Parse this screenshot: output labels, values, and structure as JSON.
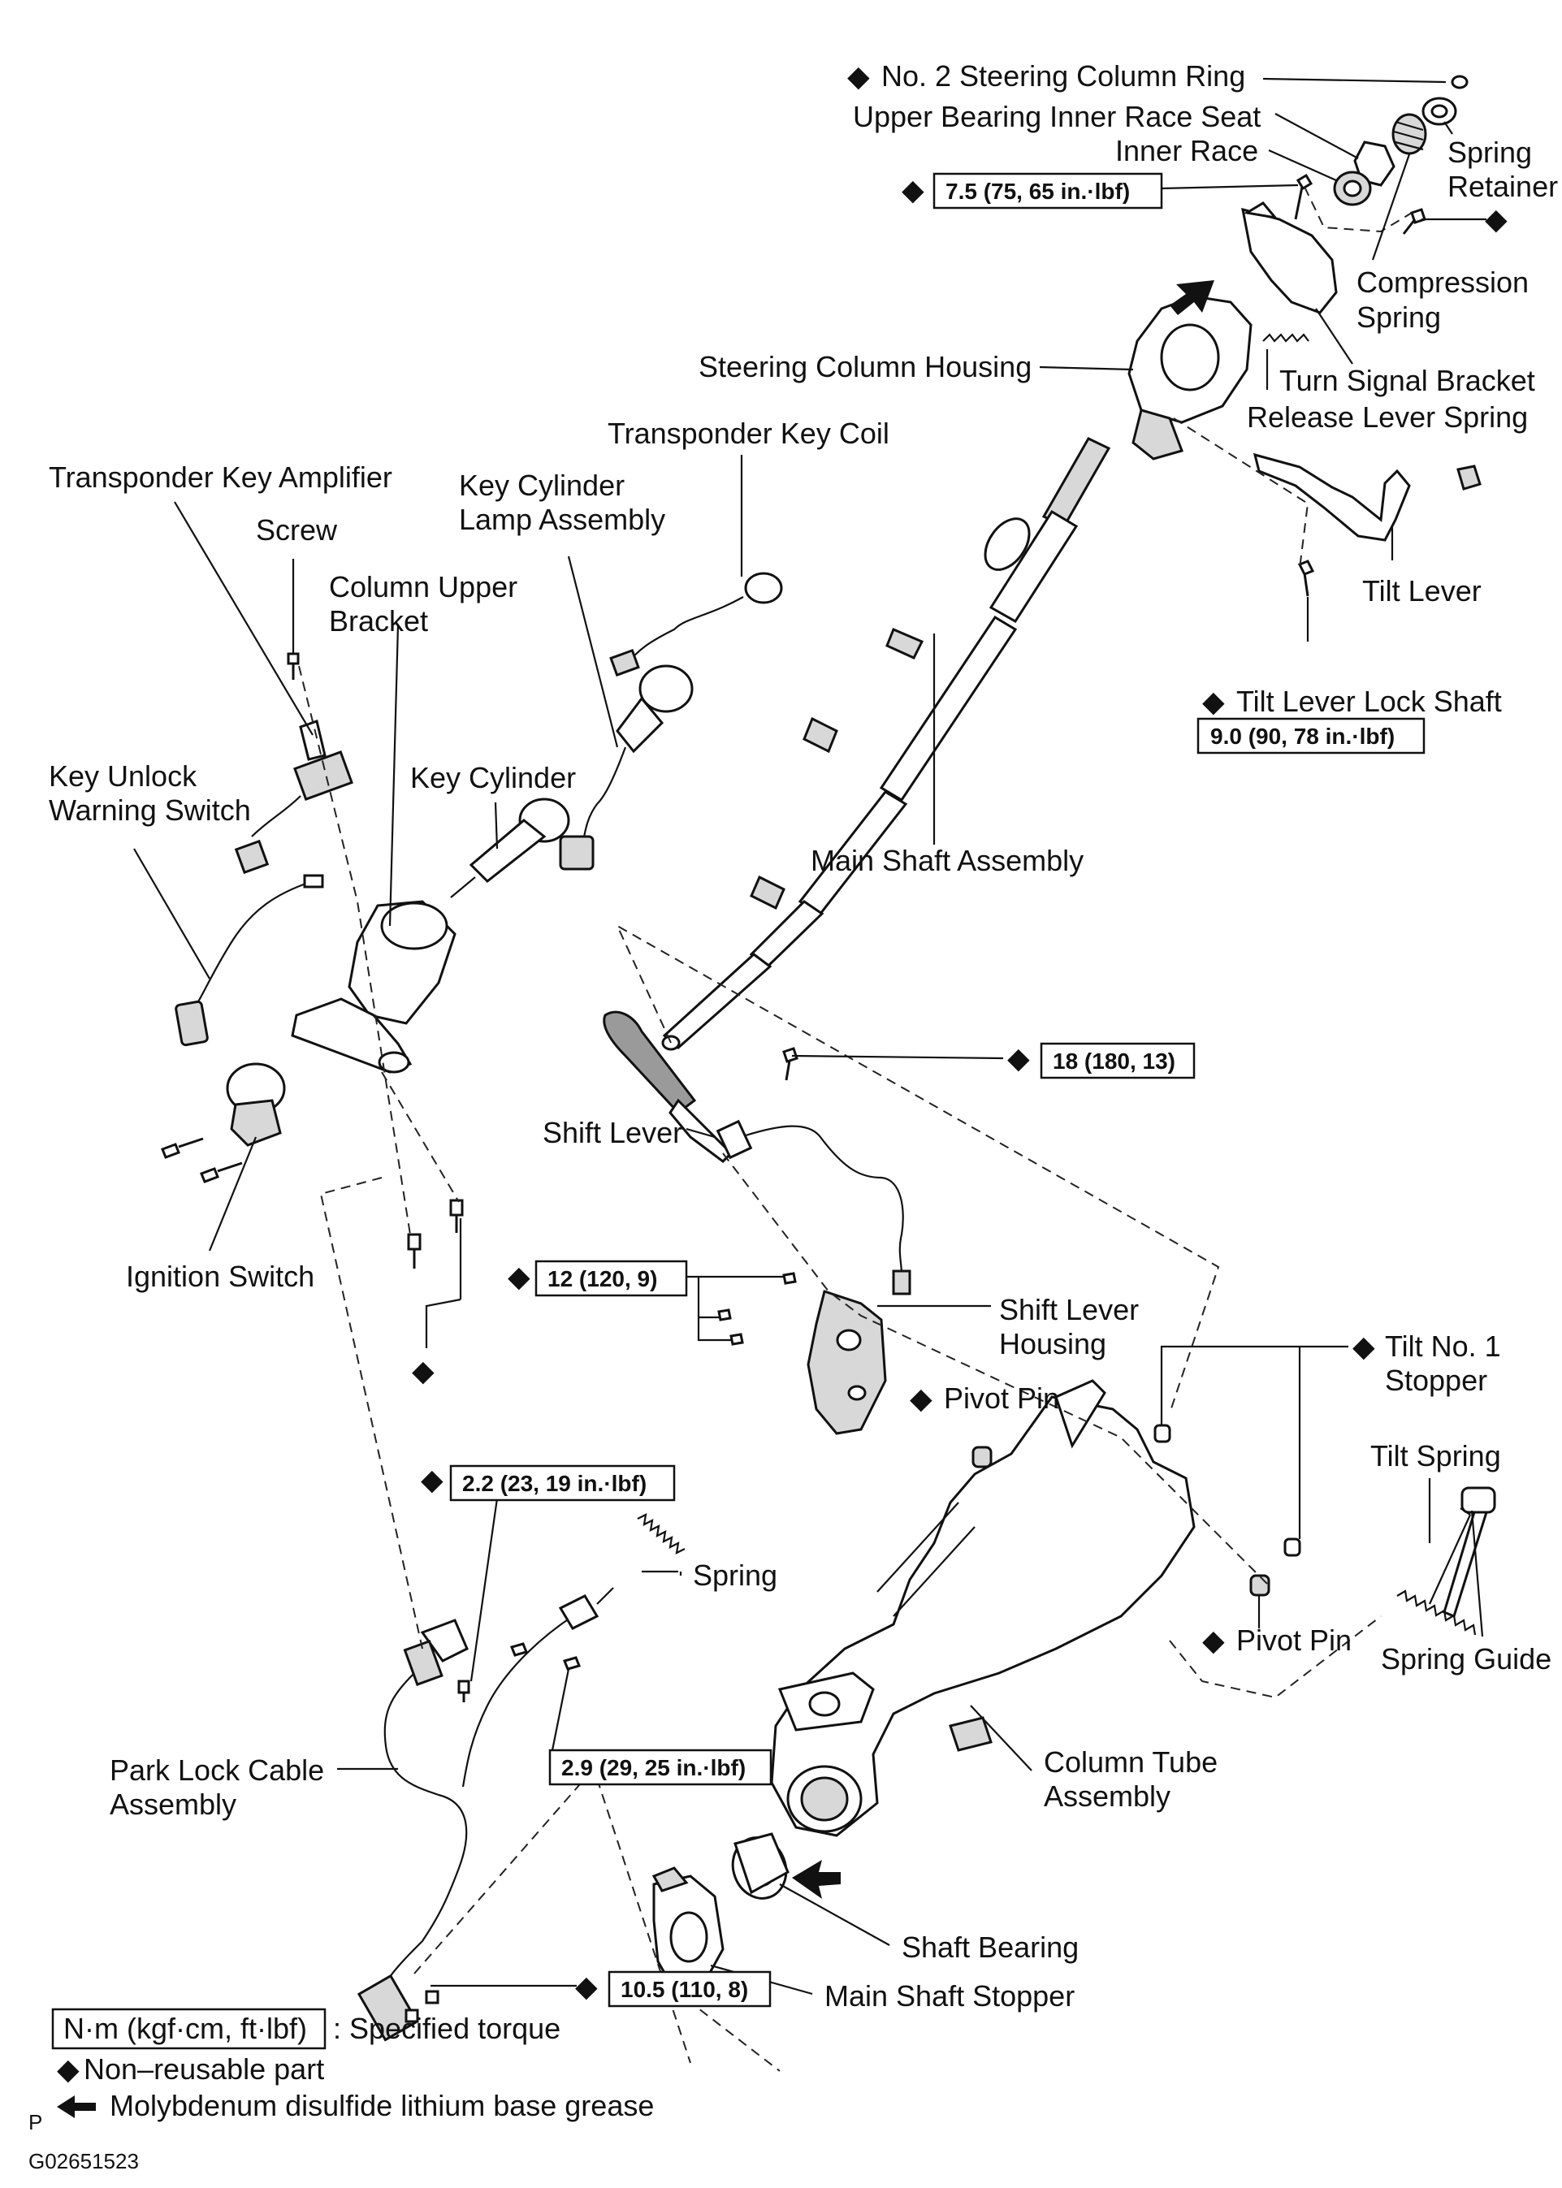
{
  "diagram": {
    "labels": {
      "no2_ring": "No. 2 Steering Column Ring",
      "upper_bearing_seat": "Upper Bearing Inner Race Seat",
      "inner_race": "Inner Race",
      "spring_retainer_1": "Spring",
      "spring_retainer_2": "Retainer",
      "compression_spring_1": "Compression",
      "compression_spring_2": "Spring",
      "steering_column_housing": "Steering Column Housing",
      "turn_signal_bracket": "Turn Signal Bracket",
      "release_lever_spring": "Release Lever Spring",
      "transponder_key_coil": "Transponder Key Coil",
      "transponder_key_amplifier": "Transponder Key Amplifier",
      "key_cylinder_lamp_1": "Key Cylinder",
      "key_cylinder_lamp_2": "Lamp Assembly",
      "screw": "Screw",
      "column_upper_bracket_1": "Column Upper",
      "column_upper_bracket_2": "Bracket",
      "tilt_lever": "Tilt Lever",
      "tilt_lever_lock_shaft": "Tilt Lever Lock Shaft",
      "key_unlock_1": "Key Unlock",
      "key_unlock_2": "Warning Switch",
      "key_cylinder": "Key Cylinder",
      "main_shaft_assembly": "Main Shaft Assembly",
      "shift_lever": "Shift Lever",
      "ignition_switch": "Ignition Switch",
      "shift_lever_housing_1": "Shift Lever",
      "shift_lever_housing_2": "Housing",
      "tilt_no1_stopper_1": "Tilt No. 1",
      "tilt_no1_stopper_2": "Stopper",
      "pivot_pin_upper": "Pivot Pin",
      "tilt_spring": "Tilt Spring",
      "spring": "Spring",
      "pivot_pin_lower": "Pivot Pin",
      "spring_guide": "Spring Guide",
      "park_lock_cable_1": "Park Lock Cable",
      "park_lock_cable_2": "Assembly",
      "column_tube_1": "Column Tube",
      "column_tube_2": "Assembly",
      "shaft_bearing": "Shaft Bearing",
      "main_shaft_stopper": "Main Shaft Stopper"
    },
    "torques": {
      "t_7_5": "7.5 (75, 65 in.·lbf)",
      "t_9_0": "9.0 (90, 78 in.·lbf)",
      "t_18": "18 (180, 13)",
      "t_12": "12 (120, 9)",
      "t_2_2": "2.2 (23, 19 in.·lbf)",
      "t_2_9": "2.9 (29, 25 in.·lbf)",
      "t_10_5": "10.5 (110, 8)"
    },
    "legend": {
      "torque_unit": "N·m (kgf·cm, ft·lbf)",
      "torque_desc": ": Specified torque",
      "non_reusable": "Non–reusable part",
      "grease": "Molybdenum disulfide lithium base grease",
      "p_mark": "P"
    },
    "figure_code": "G02651523",
    "symbols": {
      "diamond": "◆"
    }
  }
}
